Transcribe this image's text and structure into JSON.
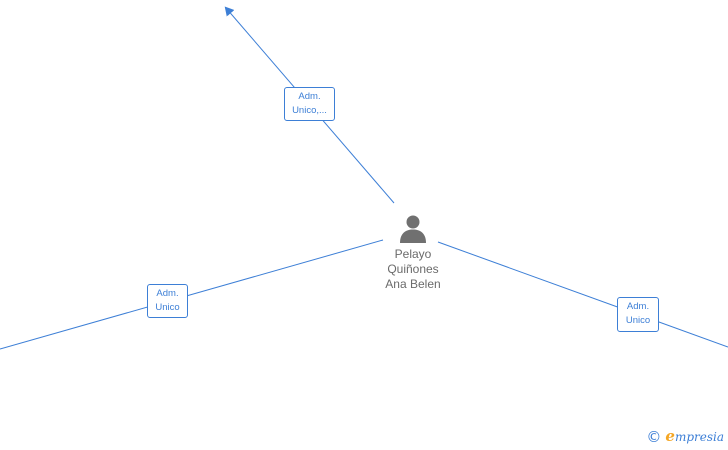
{
  "colors": {
    "edge": "#3d7fd6",
    "node_text": "#6b6b6b",
    "accent": "#f5a623"
  },
  "center_node": {
    "icon": "person-icon",
    "name_lines": [
      "Pelayo",
      "Quiñones",
      "Ana Belen"
    ]
  },
  "edges": [
    {
      "id": "top",
      "label_lines": [
        "Adm.",
        "Unico,..."
      ]
    },
    {
      "id": "left",
      "label_lines": [
        "Adm.",
        "Unico"
      ]
    },
    {
      "id": "right",
      "label_lines": [
        "Adm.",
        "Unico"
      ]
    }
  ],
  "brand": {
    "copyright_symbol": "©",
    "logo_first": "e",
    "logo_rest": "mpresia"
  }
}
